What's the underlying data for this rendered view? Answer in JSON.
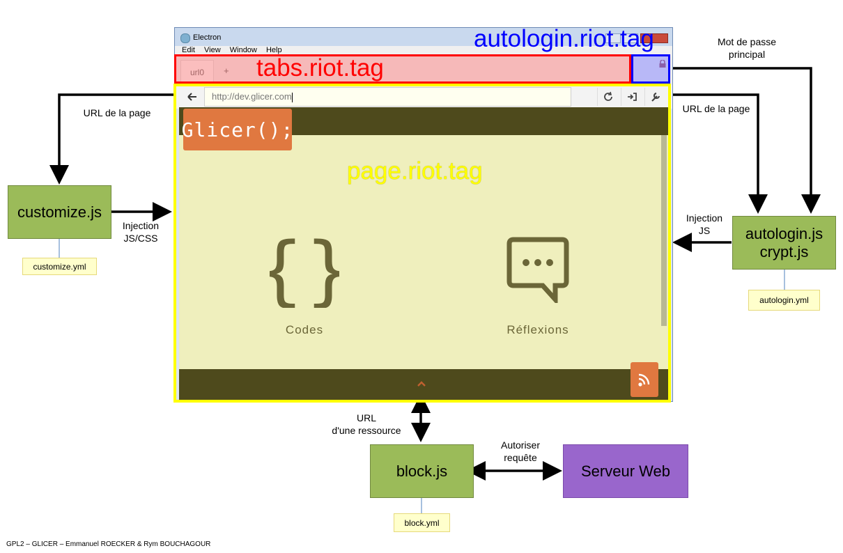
{
  "window": {
    "title": "Electron",
    "menu": [
      "Edit",
      "View",
      "Window",
      "Help"
    ],
    "tabs": [
      "url0",
      "+"
    ],
    "url": "http://dev.glicer.com",
    "page": {
      "logo": "Glicer();",
      "items": [
        {
          "icon": "braces-icon",
          "label": "Codes"
        },
        {
          "icon": "speech-bubble-icon",
          "label": "Réflexions"
        }
      ]
    }
  },
  "overlays": {
    "tabs_label": "tabs.riot.tag",
    "autologin_label": "autologin.riot.tag",
    "page_label": "page.riot.tag"
  },
  "boxes": {
    "customize": "customize.js",
    "autologin": [
      "autologin.js",
      "crypt.js"
    ],
    "block": "block.js",
    "server": "Serveur Web"
  },
  "configs": {
    "customize": "customize.yml",
    "autologin": "autologin.yml",
    "block": "block.yml"
  },
  "edge_labels": {
    "url_left": "URL de la page",
    "injection_css": [
      "Injection",
      "JS/CSS"
    ],
    "url_right": "URL de la page",
    "password": [
      "Mot de passe",
      "principal"
    ],
    "injection_js": [
      "Injection",
      "JS"
    ],
    "resource": [
      "URL",
      "d'une ressource"
    ],
    "authorize": [
      "Autoriser",
      "requête"
    ]
  },
  "footer": "GPL2 – GLICER – Emmanuel ROECKER & Rym BOUCHAGOUR",
  "colors": {
    "green_box": "#9bbb59",
    "purple_box": "#9966cc",
    "config_box": "#ffffcc",
    "tabs_overlay": "#ff0000",
    "autologin_overlay": "#0000ff",
    "page_overlay": "#ffff00",
    "site_header": "#4e4a1c",
    "logo_bg": "#e07840"
  }
}
